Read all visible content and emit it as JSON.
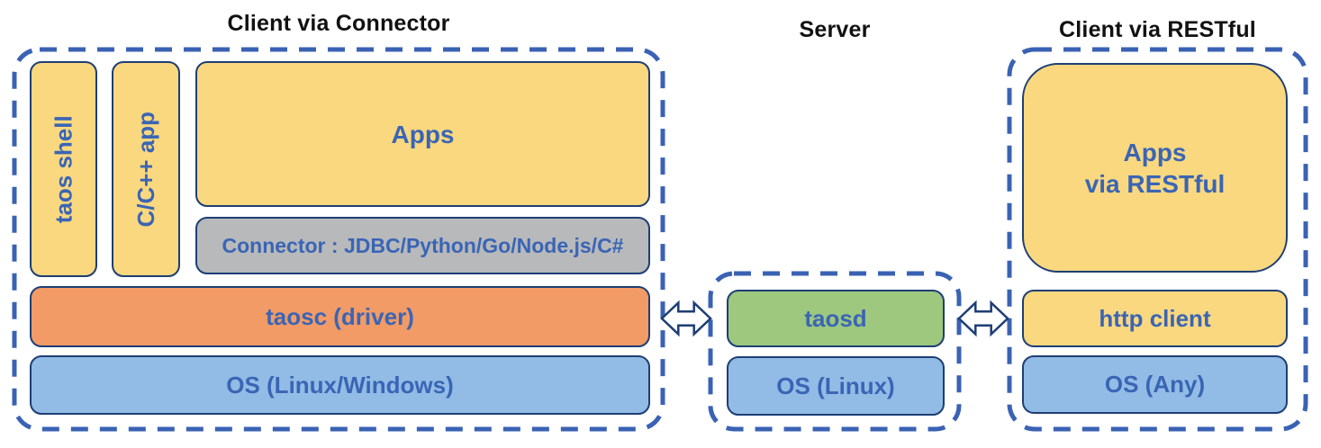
{
  "diagram": {
    "colors": {
      "yellow_box": "#FAD87F",
      "gray_box": "#B8B9BB",
      "orange_box": "#F29B66",
      "blue_box": "#92BCE6",
      "green_box": "#9DC87E",
      "dashed_border": "#3A62B4",
      "box_border": "#1E3E75",
      "label_text": "#3A65B5",
      "title_text": "#111111"
    },
    "groups": [
      {
        "id": "client_connector",
        "title": "Client via Connector",
        "boxes": [
          {
            "label": "taos shell"
          },
          {
            "label": "C/C++ app"
          },
          {
            "label": "Apps"
          },
          {
            "label": "Connector : JDBC/Python/Go/Node.js/C#"
          },
          {
            "label": "taosc (driver)"
          },
          {
            "label": "OS (Linux/Windows)"
          }
        ]
      },
      {
        "id": "server",
        "title": "Server",
        "boxes": [
          {
            "label": "taosd"
          },
          {
            "label": "OS (Linux)"
          }
        ]
      },
      {
        "id": "client_restful",
        "title": "Client via RESTful",
        "boxes": [
          {
            "label": "Apps via RESTful",
            "lines": [
              "Apps",
              "via RESTful"
            ]
          },
          {
            "label": "http client"
          },
          {
            "label": "OS (Any)"
          }
        ]
      }
    ],
    "arrows": [
      {
        "name": "client-server-bidirectional-arrow"
      },
      {
        "name": "server-restful-bidirectional-arrow"
      }
    ]
  }
}
